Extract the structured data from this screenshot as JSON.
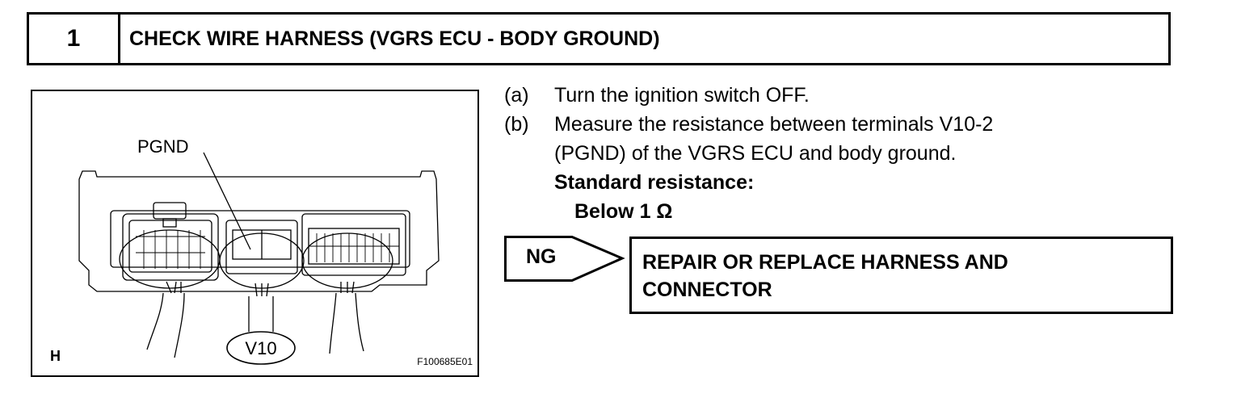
{
  "step": {
    "number": "1",
    "title": "CHECK WIRE HARNESS (VGRS ECU - BODY GROUND)"
  },
  "figure": {
    "pgnd_label": "PGND",
    "connector_label": "V10",
    "corner_label": "H",
    "figure_id": "F100685E01"
  },
  "instructions": {
    "a_label": "(a)",
    "a_text": "Turn the ignition switch OFF.",
    "b_label": "(b)",
    "b_line1": "Measure the resistance between terminals V10-2",
    "b_line2": "(PGND) of the VGRS ECU and body ground.",
    "standard_heading": "Standard resistance:",
    "standard_value": "Below 1 Ω"
  },
  "result": {
    "ng_label": "NG",
    "action": "REPAIR OR REPLACE HARNESS AND CONNECTOR"
  }
}
